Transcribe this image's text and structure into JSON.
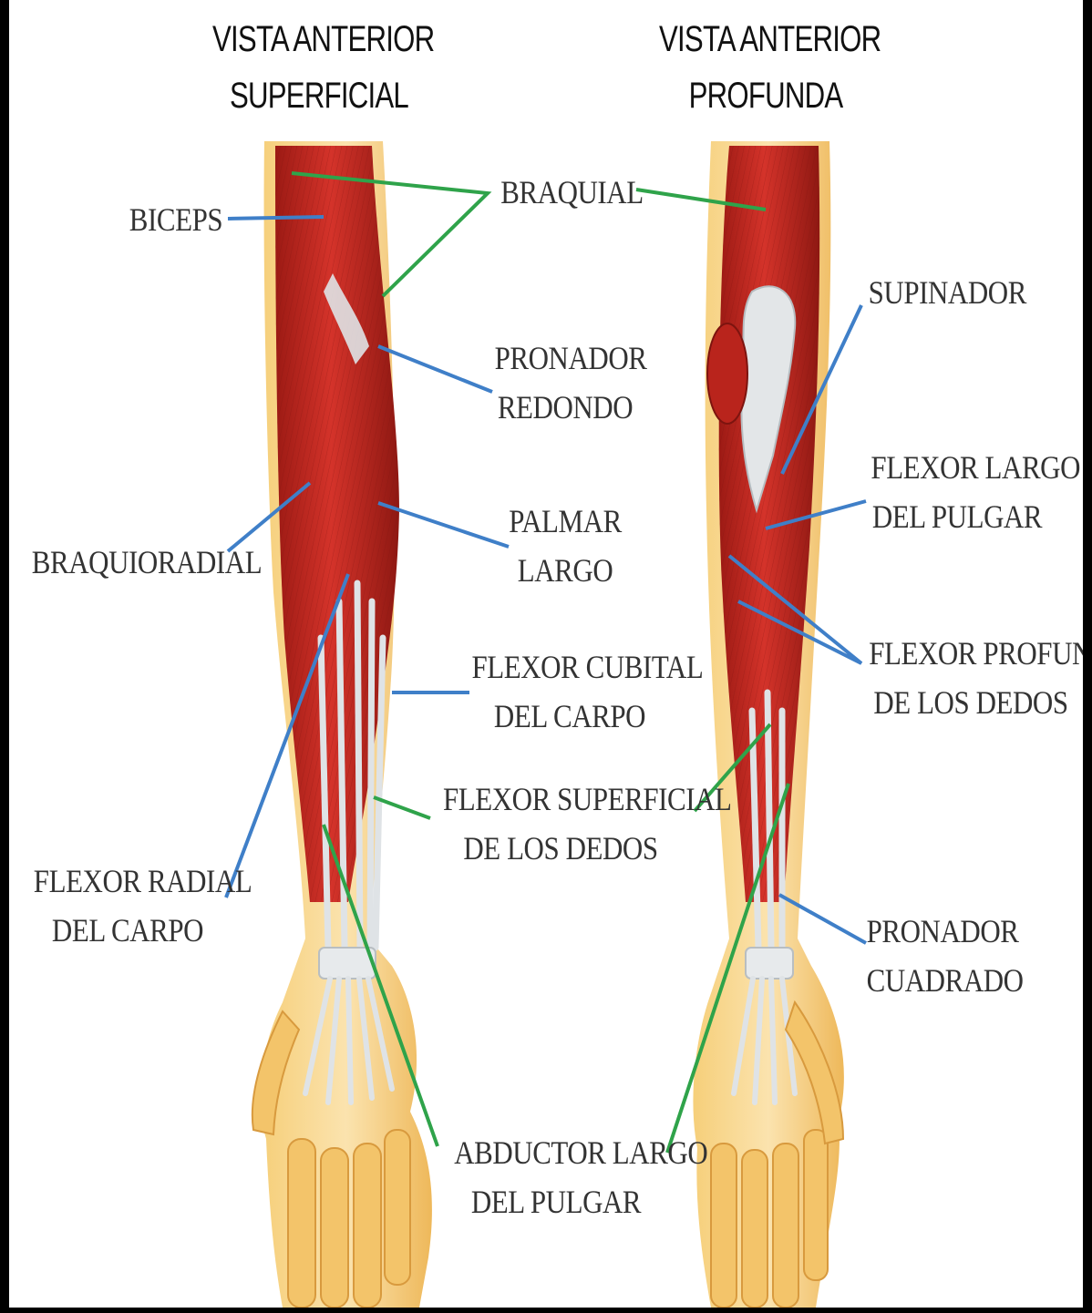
{
  "views": {
    "superficial": {
      "title_line1": "VISTA ANTERIOR",
      "title_line2": "SUPERFICIAL"
    },
    "deep": {
      "title_line1": "VISTA ANTERIOR",
      "title_line2": "PROFUNDA"
    }
  },
  "labels": {
    "biceps": "BICEPS",
    "braquial": "BRAQUIAL",
    "pronador_redondo": [
      "PRONADOR",
      "REDONDO"
    ],
    "palmar_largo": [
      "PALMAR",
      "LARGO"
    ],
    "braquioradial": "BRAQUIORADIAL",
    "flexor_cubital_carpo": [
      "FLEXOR CUBITAL",
      "DEL CARPO"
    ],
    "flexor_superficial_dedos": [
      "FLEXOR SUPERFICIAL",
      "DE LOS DEDOS"
    ],
    "flexor_radial_carpo": [
      "FLEXOR RADIAL",
      "DEL CARPO"
    ],
    "abductor_largo_pulgar": [
      "ABDUCTOR LARGO",
      "DEL PULGAR"
    ],
    "supinador": "SUPINADOR",
    "flexor_largo_pulgar": [
      "FLEXOR LARGO",
      "DEL PULGAR"
    ],
    "flexor_profundo_dedos": [
      "FLEXOR PROFUNDO",
      "DE LOS DEDOS"
    ],
    "pronador_cuadrado": [
      "PRONADOR",
      "CUADRADO"
    ]
  },
  "colors": {
    "muscle": "#c6281f",
    "muscle_dark": "#8e1812",
    "tendon": "#dfe3e6",
    "skin": "#f3c46a",
    "skin_light": "#fbe0a2",
    "leader_blue": "#3f7fc8",
    "leader_green": "#2fa34a"
  }
}
